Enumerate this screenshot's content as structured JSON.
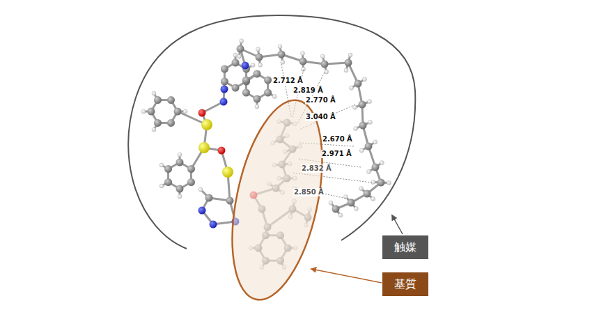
{
  "diagram": {
    "nodes": [
      {
        "text": [
          "触媒"
        ]
      },
      {
        "text": [
          "基質"
        ]
      }
    ],
    "labels": [
      "2.712 Å",
      "2.819 Å",
      "2.770 Å",
      "3.040 Å",
      "2.670 Å",
      "2.971 Å",
      "2.832 Å",
      "2.850 Å"
    ]
  }
}
